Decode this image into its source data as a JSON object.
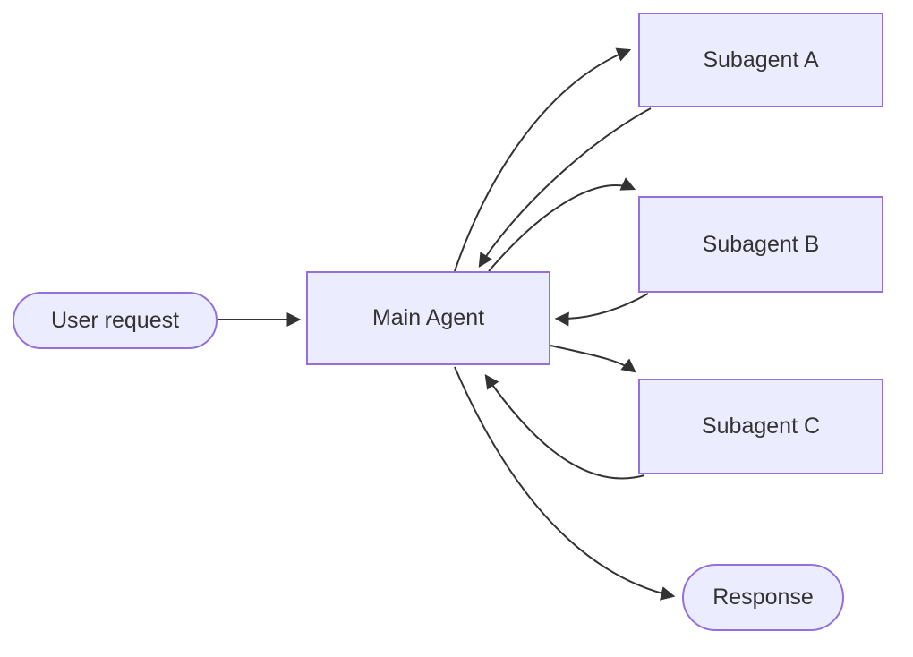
{
  "diagram": {
    "type": "flowchart",
    "direction": "left-to-right",
    "colors": {
      "node_fill": "#ECECFF",
      "node_border": "#9370DB",
      "edge_stroke": "#333333",
      "label_text": "#333333",
      "background": "#ffffff"
    },
    "nodes": [
      {
        "id": "user_request",
        "label": "User request",
        "shape": "stadium"
      },
      {
        "id": "main_agent",
        "label": "Main Agent",
        "shape": "rect"
      },
      {
        "id": "subagent_a",
        "label": "Subagent A",
        "shape": "rect"
      },
      {
        "id": "subagent_b",
        "label": "Subagent B",
        "shape": "rect"
      },
      {
        "id": "subagent_c",
        "label": "Subagent C",
        "shape": "rect"
      },
      {
        "id": "response",
        "label": "Response",
        "shape": "stadium"
      }
    ],
    "edges": [
      {
        "from": "user_request",
        "to": "main_agent",
        "label": ""
      },
      {
        "from": "main_agent",
        "to": "subagent_a",
        "label": ""
      },
      {
        "from": "subagent_a",
        "to": "main_agent",
        "label": ""
      },
      {
        "from": "main_agent",
        "to": "subagent_b",
        "label": ""
      },
      {
        "from": "subagent_b",
        "to": "main_agent",
        "label": ""
      },
      {
        "from": "main_agent",
        "to": "subagent_c",
        "label": ""
      },
      {
        "from": "subagent_c",
        "to": "main_agent",
        "label": ""
      },
      {
        "from": "main_agent",
        "to": "response",
        "label": ""
      }
    ]
  }
}
